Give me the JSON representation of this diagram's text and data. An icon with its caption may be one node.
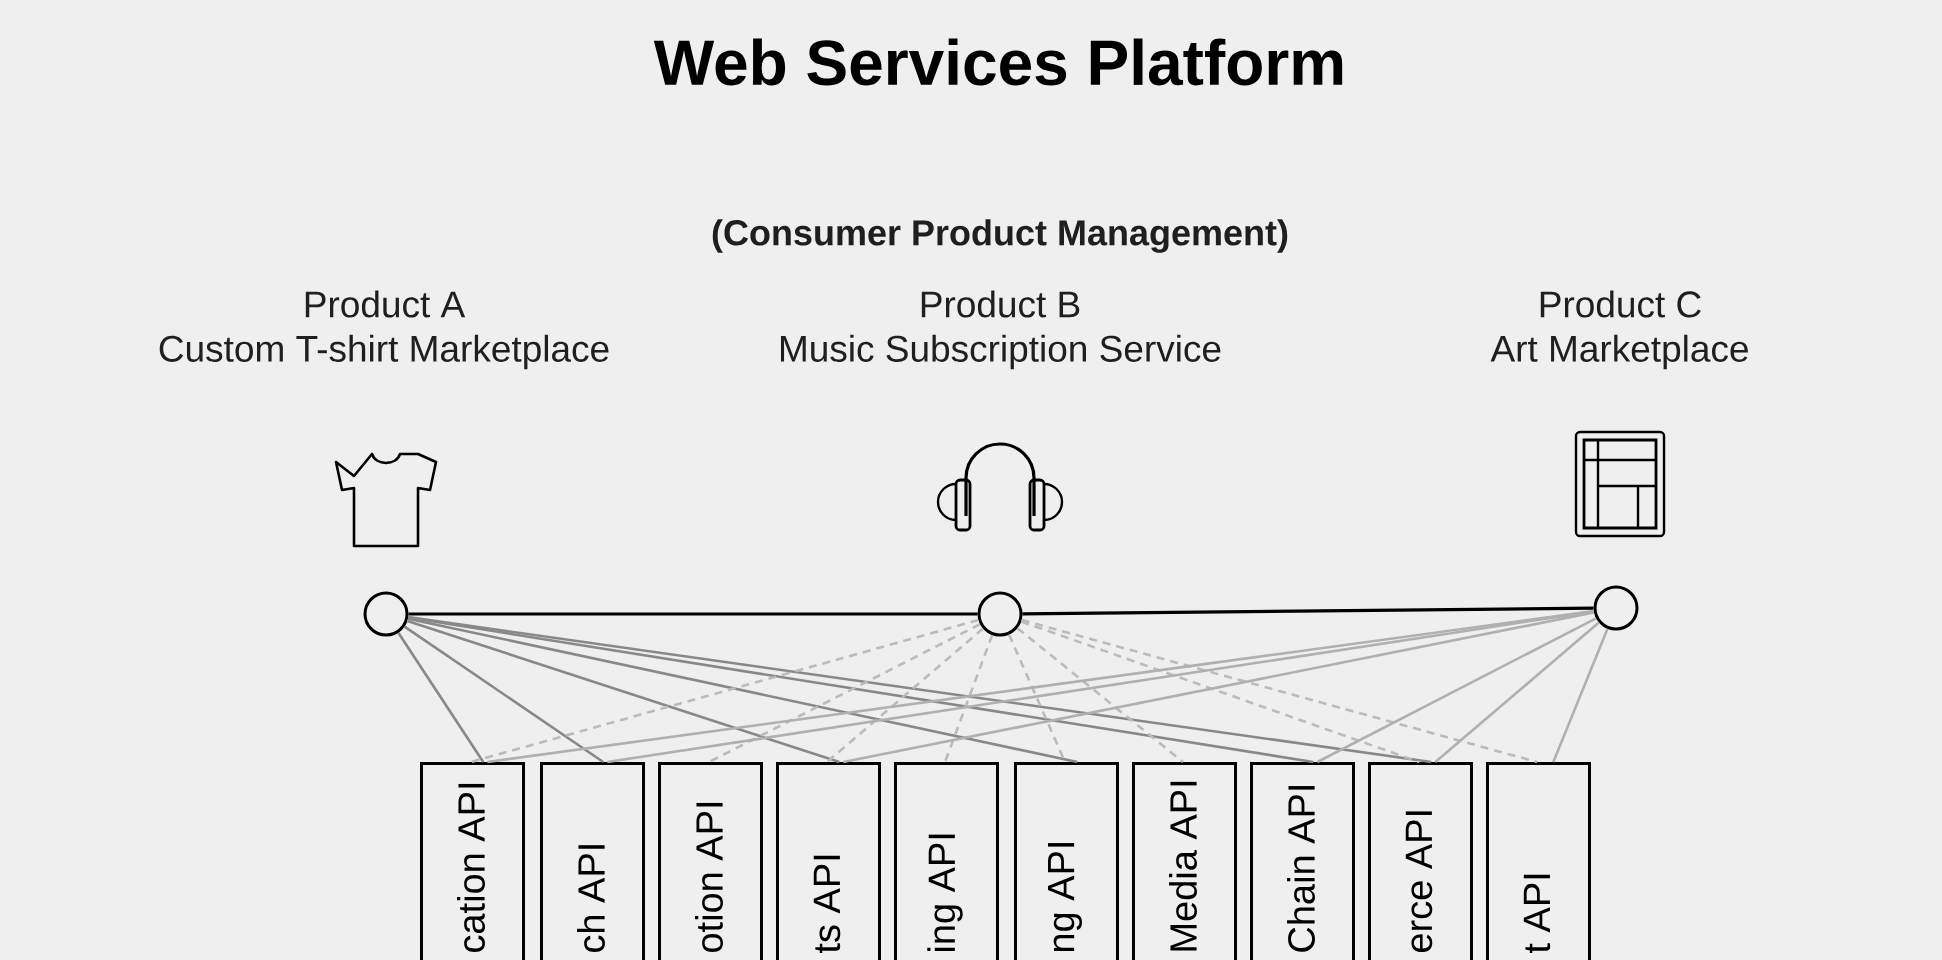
{
  "diagram": {
    "title": "Web Services Platform",
    "nodes": [
      {
        "text": [],
        "shape": "circle"
      },
      {
        "text": [],
        "shape": "circle"
      },
      {
        "text": [],
        "shape": "circle"
      },
      {
        "text": [
          "cation API"
        ]
      },
      {
        "text": [
          "ch API"
        ]
      },
      {
        "text": [
          "otion API"
        ]
      },
      {
        "text": [
          "ts API"
        ]
      },
      {
        "text": [
          "ing API"
        ]
      },
      {
        "text": [
          "ng API"
        ]
      },
      {
        "text": [
          "Media API"
        ]
      },
      {
        "text": [
          "Chain API"
        ]
      },
      {
        "text": [
          "erce API"
        ]
      },
      {
        "text": [
          "t API"
        ]
      }
    ],
    "edges": [
      {
        "from": 0,
        "to": 1,
        "arrow": "none",
        "color": "#000000"
      },
      {
        "from": 1,
        "to": 2,
        "arrow": "none",
        "color": "#000000"
      },
      {
        "from": 0,
        "to": 3,
        "arrow": "none",
        "color": "#888888"
      },
      {
        "from": 0,
        "to": 4,
        "arrow": "none",
        "color": "#888888"
      },
      {
        "from": 0,
        "to": 6,
        "arrow": "none",
        "color": "#888888"
      },
      {
        "from": 0,
        "to": 8,
        "arrow": "none",
        "color": "#888888"
      },
      {
        "from": 0,
        "to": 10,
        "arrow": "none",
        "color": "#888888"
      },
      {
        "from": 0,
        "to": 11,
        "arrow": "none",
        "color": "#888888"
      },
      {
        "from": 1,
        "to": 3,
        "arrow": "none",
        "style": "dashed",
        "color": "#bbbbbb"
      },
      {
        "from": 1,
        "to": 5,
        "arrow": "none",
        "style": "dashed",
        "color": "#bbbbbb"
      },
      {
        "from": 1,
        "to": 6,
        "arrow": "none",
        "style": "dashed",
        "color": "#bbbbbb"
      },
      {
        "from": 1,
        "to": 7,
        "arrow": "none",
        "style": "dashed",
        "color": "#bbbbbb"
      },
      {
        "from": 1,
        "to": 8,
        "arrow": "none",
        "style": "dashed",
        "color": "#bbbbbb"
      },
      {
        "from": 1,
        "to": 9,
        "arrow": "none",
        "style": "dashed",
        "color": "#bbbbbb"
      },
      {
        "from": 1,
        "to": 11,
        "arrow": "none",
        "style": "dashed",
        "color": "#bbbbbb"
      },
      {
        "from": 1,
        "to": 12,
        "arrow": "none",
        "style": "dashed",
        "color": "#bbbbbb"
      },
      {
        "from": 2,
        "to": 3,
        "arrow": "none",
        "color": "#b0b0b0"
      },
      {
        "from": 2,
        "to": 4,
        "arrow": "none",
        "color": "#b0b0b0"
      },
      {
        "from": 2,
        "to": 6,
        "arrow": "none",
        "color": "#b0b0b0"
      },
      {
        "from": 2,
        "to": 10,
        "arrow": "none",
        "color": "#b0b0b0"
      },
      {
        "from": 2,
        "to": 11,
        "arrow": "none",
        "color": "#b0b0b0"
      },
      {
        "from": 2,
        "to": 12,
        "arrow": "none",
        "color": "#b0b0b0"
      }
    ],
    "labels": [
      "(Consumer Product Management)",
      "Product A",
      "Product B",
      "Product C",
      "Custom T-shirt Marketplace",
      "Music Subscription Service",
      "Art Marketplace"
    ]
  }
}
